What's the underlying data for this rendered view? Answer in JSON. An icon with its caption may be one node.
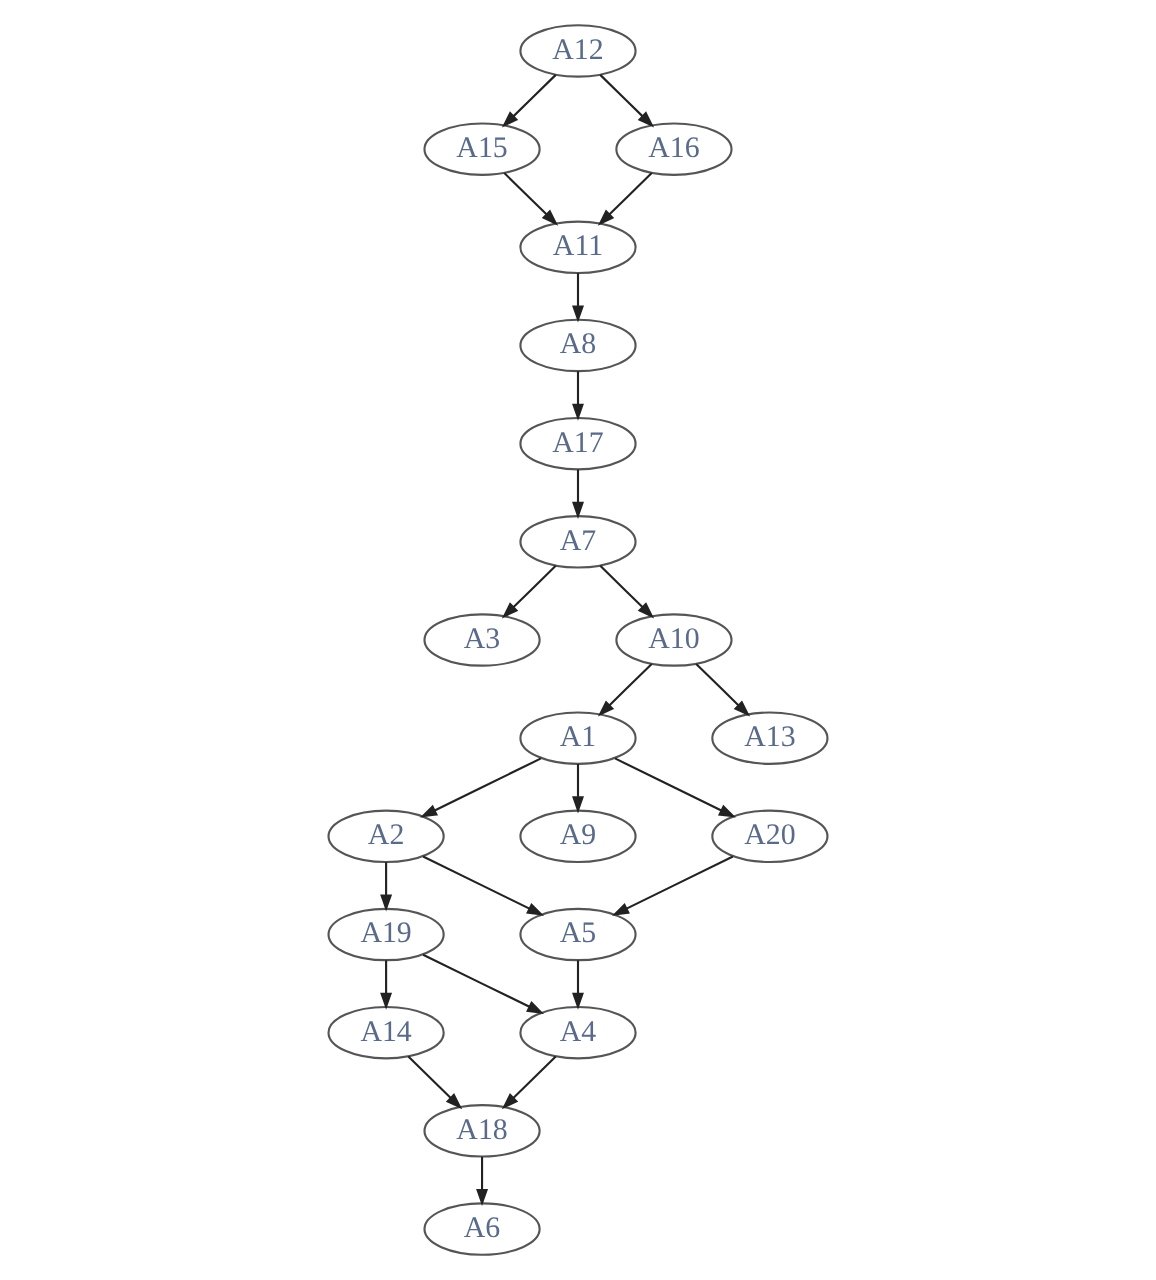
{
  "diagram": {
    "nodes": [
      {
        "text": [
          "A12"
        ]
      },
      {
        "text": [
          "A15"
        ]
      },
      {
        "text": [
          "A16"
        ]
      },
      {
        "text": [
          "A11"
        ]
      },
      {
        "text": [
          "A8"
        ]
      },
      {
        "text": [
          "A17"
        ]
      },
      {
        "text": [
          "A7"
        ]
      },
      {
        "text": [
          "A3"
        ]
      },
      {
        "text": [
          "A10"
        ]
      },
      {
        "text": [
          "A1"
        ]
      },
      {
        "text": [
          "A13"
        ]
      },
      {
        "text": [
          "A2"
        ]
      },
      {
        "text": [
          "A9"
        ]
      },
      {
        "text": [
          "A20"
        ]
      },
      {
        "text": [
          "A5"
        ]
      },
      {
        "text": [
          "A19"
        ]
      },
      {
        "text": [
          "A4"
        ]
      },
      {
        "text": [
          "A14"
        ]
      },
      {
        "text": [
          "A18"
        ]
      },
      {
        "text": [
          "A6"
        ]
      }
    ],
    "edges": [
      {
        "from": 0,
        "to": 1,
        "arrow": "to"
      },
      {
        "from": 0,
        "to": 2,
        "arrow": "to"
      },
      {
        "from": 1,
        "to": 3,
        "arrow": "to"
      },
      {
        "from": 2,
        "to": 3,
        "arrow": "to"
      },
      {
        "from": 3,
        "to": 4,
        "arrow": "to"
      },
      {
        "from": 4,
        "to": 5,
        "arrow": "to"
      },
      {
        "from": 5,
        "to": 6,
        "arrow": "to"
      },
      {
        "from": 6,
        "to": 7,
        "arrow": "to"
      },
      {
        "from": 6,
        "to": 8,
        "arrow": "to"
      },
      {
        "from": 8,
        "to": 9,
        "arrow": "to"
      },
      {
        "from": 8,
        "to": 10,
        "arrow": "to"
      },
      {
        "from": 9,
        "to": 11,
        "arrow": "to"
      },
      {
        "from": 9,
        "to": 12,
        "arrow": "to"
      },
      {
        "from": 9,
        "to": 13,
        "arrow": "to"
      },
      {
        "from": 11,
        "to": 14,
        "arrow": "to"
      },
      {
        "from": 11,
        "to": 15,
        "arrow": "to"
      },
      {
        "from": 13,
        "to": 14,
        "arrow": "to"
      },
      {
        "from": 14,
        "to": 16,
        "arrow": "to"
      },
      {
        "from": 15,
        "to": 16,
        "arrow": "to"
      },
      {
        "from": 15,
        "to": 17,
        "arrow": "to"
      },
      {
        "from": 16,
        "to": 18,
        "arrow": "to"
      },
      {
        "from": 17,
        "to": 18,
        "arrow": "to"
      },
      {
        "from": 18,
        "to": 19,
        "arrow": "to"
      }
    ]
  }
}
